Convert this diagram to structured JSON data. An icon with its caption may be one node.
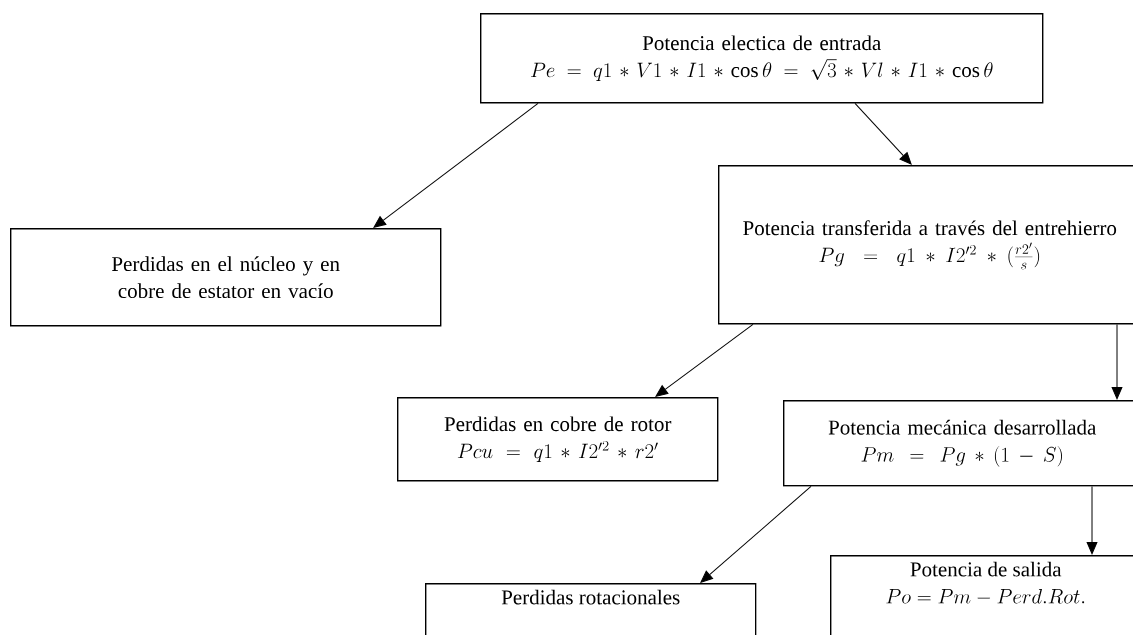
{
  "diagram": {
    "nodes": [
      {
        "text": [
          "Potencia electica de entrada",
          "Pe = q1 * V1 * I1 * \\cos\\theta = \\sqrt{3} * Vl * I1 * \\cos\\theta"
        ]
      },
      {
        "text": [
          "Perdidas en el núcleo y en cobre de estator en vacío"
        ]
      },
      {
        "text": [
          "Potencia transferida a través del entrehierro",
          "Pg = q1 * I2'^2 * (\\frac{r2'}{s})"
        ]
      },
      {
        "text": [
          "Perdidas en cobre de rotor",
          "Pcu = q1 * I2'^2 * r2'"
        ]
      },
      {
        "text": [
          "Potencia mecánica desarrollada",
          "Pm = Pg * (1 - S)"
        ]
      },
      {
        "text": [
          "Perdidas rotacionales"
        ]
      },
      {
        "text": [
          "Potencia de salida",
          "Po = Pm - Perd.Rot."
        ]
      }
    ],
    "edges": [
      {
        "from": 0,
        "to": 1,
        "arrow": "to"
      },
      {
        "from": 0,
        "to": 2,
        "arrow": "to"
      },
      {
        "from": 2,
        "to": 3,
        "arrow": "to"
      },
      {
        "from": 2,
        "to": 4,
        "arrow": "to"
      },
      {
        "from": 4,
        "to": 5,
        "arrow": "to"
      },
      {
        "from": 4,
        "to": 6,
        "arrow": "to"
      }
    ]
  }
}
